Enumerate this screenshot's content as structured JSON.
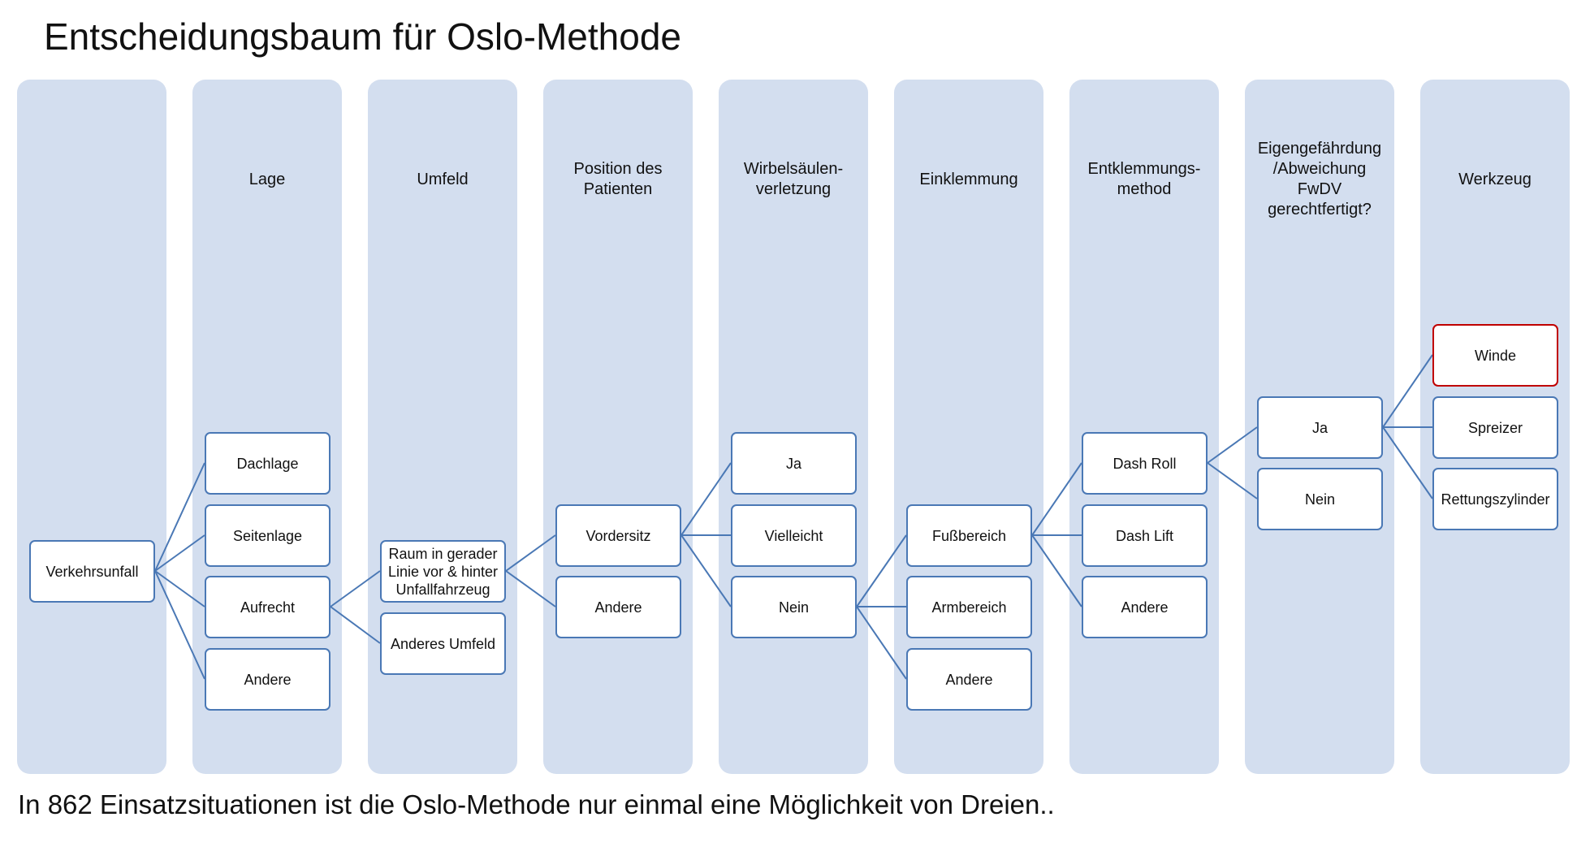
{
  "title": "Entscheidungsbaum für Oslo-Methode",
  "footer": "In 862 Einsatzsituationen ist die Oslo-Methode nur einmal eine Möglichkeit von Dreien..",
  "columns": [
    {
      "header": ""
    },
    {
      "header": "Lage"
    },
    {
      "header": "Umfeld"
    },
    {
      "header": "Position des\nPatienten"
    },
    {
      "header": "Wirbelsäulen-\nverletzung"
    },
    {
      "header": "Einklemmung"
    },
    {
      "header": "Entklemmungs-\nmethod"
    },
    {
      "header": "Eigengefährdung\n/Abweichung\nFwDV\ngerechtfertigt?"
    },
    {
      "header": "Werkzeug"
    }
  ],
  "nodes": {
    "verkehrsunfall": "Verkehrsunfall",
    "dachlage": "Dachlage",
    "seitenlage": "Seitenlage",
    "aufrecht": "Aufrecht",
    "lage_andere": "Andere",
    "raum": "Raum in gerader\nLinie vor & hinter\nUnfallfahrzeug",
    "anderes_umfeld": "Anderes Umfeld",
    "vordersitz": "Vordersitz",
    "position_andere": "Andere",
    "ws_ja": "Ja",
    "ws_vielleicht": "Vielleicht",
    "ws_nein": "Nein",
    "fussbereich": "Fußbereich",
    "armbereich": "Armbereich",
    "einkl_andere": "Andere",
    "dash_roll": "Dash Roll",
    "dash_lift": "Dash Lift",
    "methode_andere": "Andere",
    "eg_ja": "Ja",
    "eg_nein": "Nein",
    "winde": "Winde",
    "spreizer": "Spreizer",
    "rettungszylinder": "Rettungszylinder"
  },
  "colors": {
    "column_fill": "#d3deef",
    "node_border": "#4a78b5",
    "highlight_border": "#c00000",
    "connector": "#4a78b5"
  }
}
